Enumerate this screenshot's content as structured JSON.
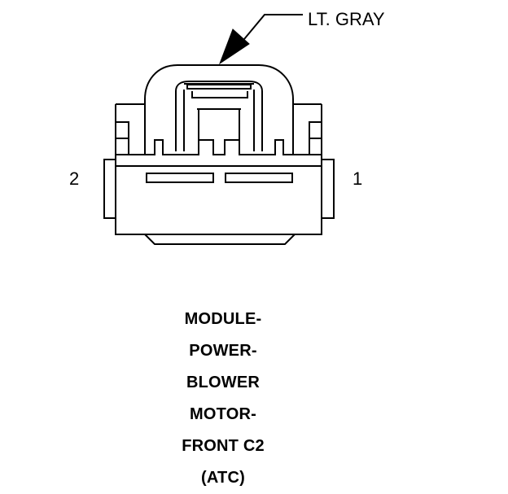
{
  "diagram": {
    "callout_label": "LT. GRAY",
    "pin_left_label": "2",
    "pin_right_label": "1",
    "caption_lines": [
      "MODULE-",
      "POWER-",
      "BLOWER",
      "MOTOR-",
      "FRONT C2",
      "(ATC)"
    ]
  },
  "colors": {
    "line": "#000000",
    "background": "#ffffff"
  },
  "icons": {
    "connector": "connector-face-icon",
    "callout_arrow": "arrow-pointer-icon"
  }
}
